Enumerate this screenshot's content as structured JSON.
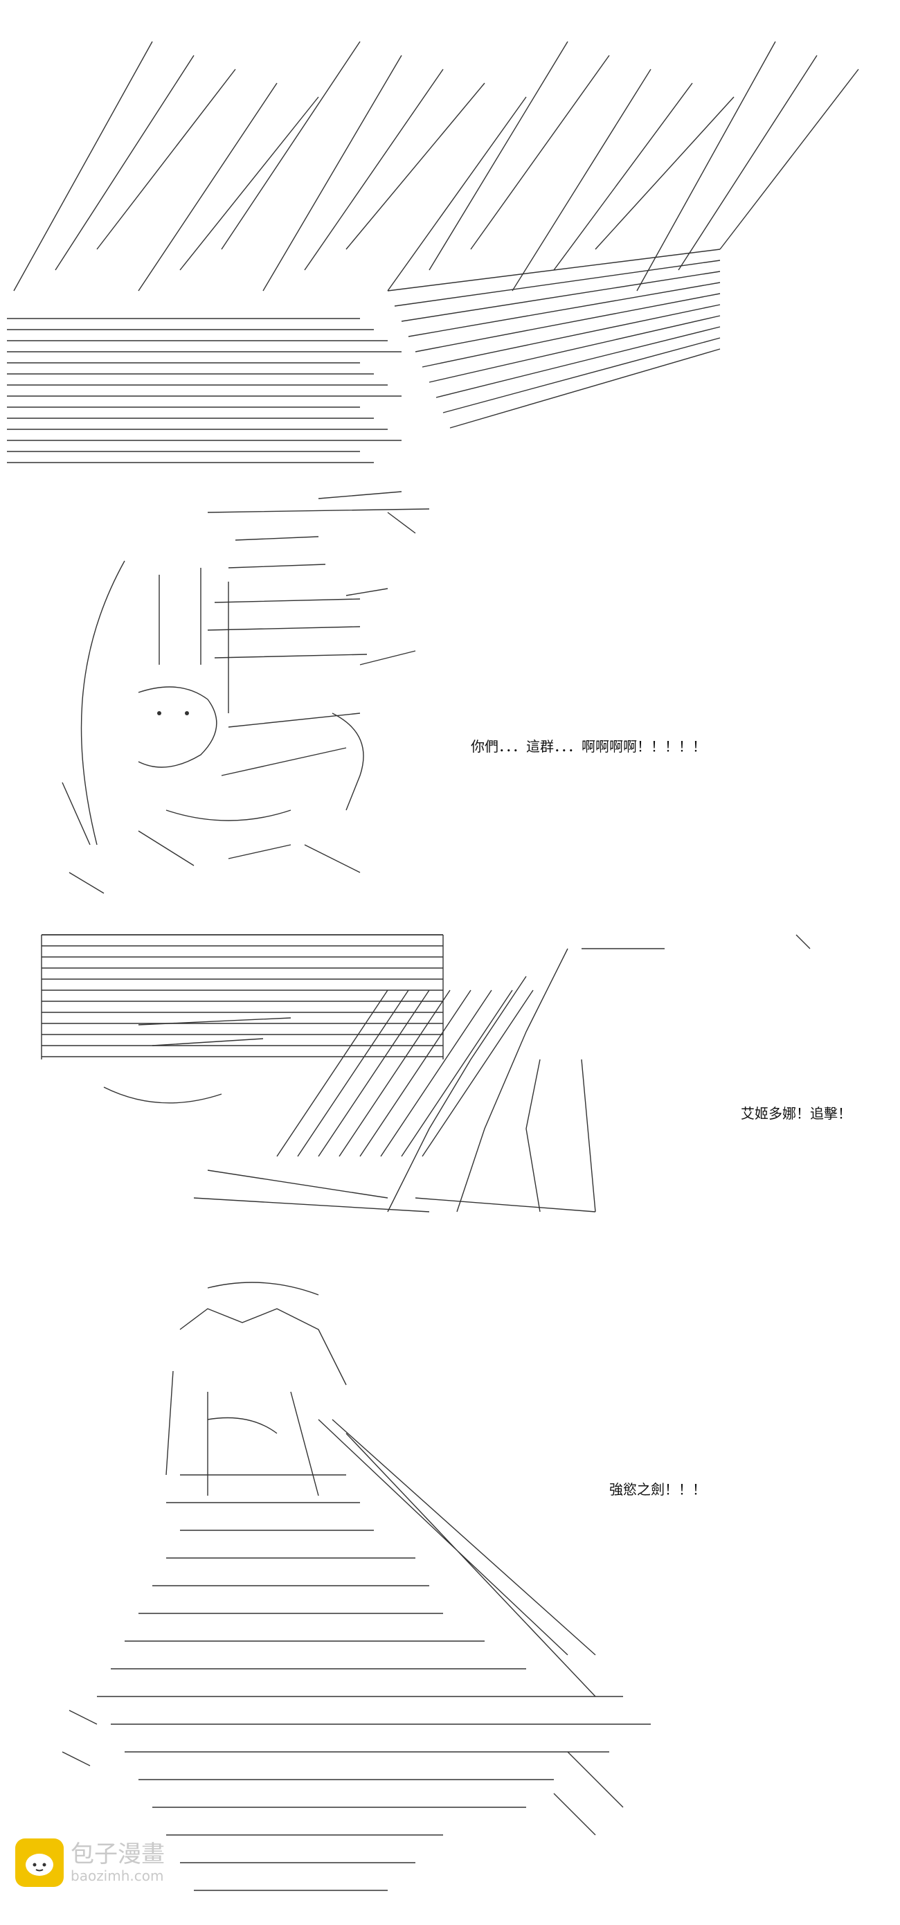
{
  "panels": [
    {
      "id": "panel-1",
      "dialog": ""
    },
    {
      "id": "panel-2",
      "dialog": "你們．．．這群．．．啊啊啊啊！！！！！"
    },
    {
      "id": "panel-3",
      "dialog": "艾姬多娜！追擊！"
    },
    {
      "id": "panel-4",
      "dialog": "強慾之劍！！！"
    }
  ],
  "watermark": {
    "name": "包子漫畫",
    "url": "baozimh.com"
  },
  "colors": {
    "ink": "#222222",
    "watermark_logo": "#f2c300",
    "watermark_text": "#c9c9c9"
  }
}
